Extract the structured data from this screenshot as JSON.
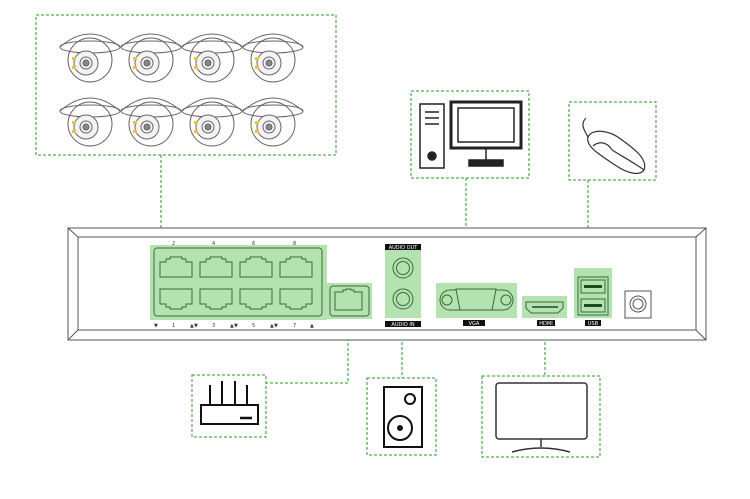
{
  "colors": {
    "port_highlight": "#b5e3b0",
    "connector_line": "#2a9a2a",
    "outline": "#444444"
  },
  "nvr": {
    "poe_top_numbers": [
      "2",
      "4",
      "6",
      "8"
    ],
    "poe_bottom_numbers": [
      "1",
      "3",
      "5",
      "7"
    ],
    "audio_out_label": "AUDIO OUT",
    "audio_in_label": "AUDIO IN",
    "vga_label": "VGA",
    "hdmi_label": "HDMI",
    "usb_label": "USB"
  },
  "devices": [
    "ip-cameras",
    "pc",
    "mouse",
    "router",
    "speaker",
    "monitor"
  ],
  "camera_count": 8
}
